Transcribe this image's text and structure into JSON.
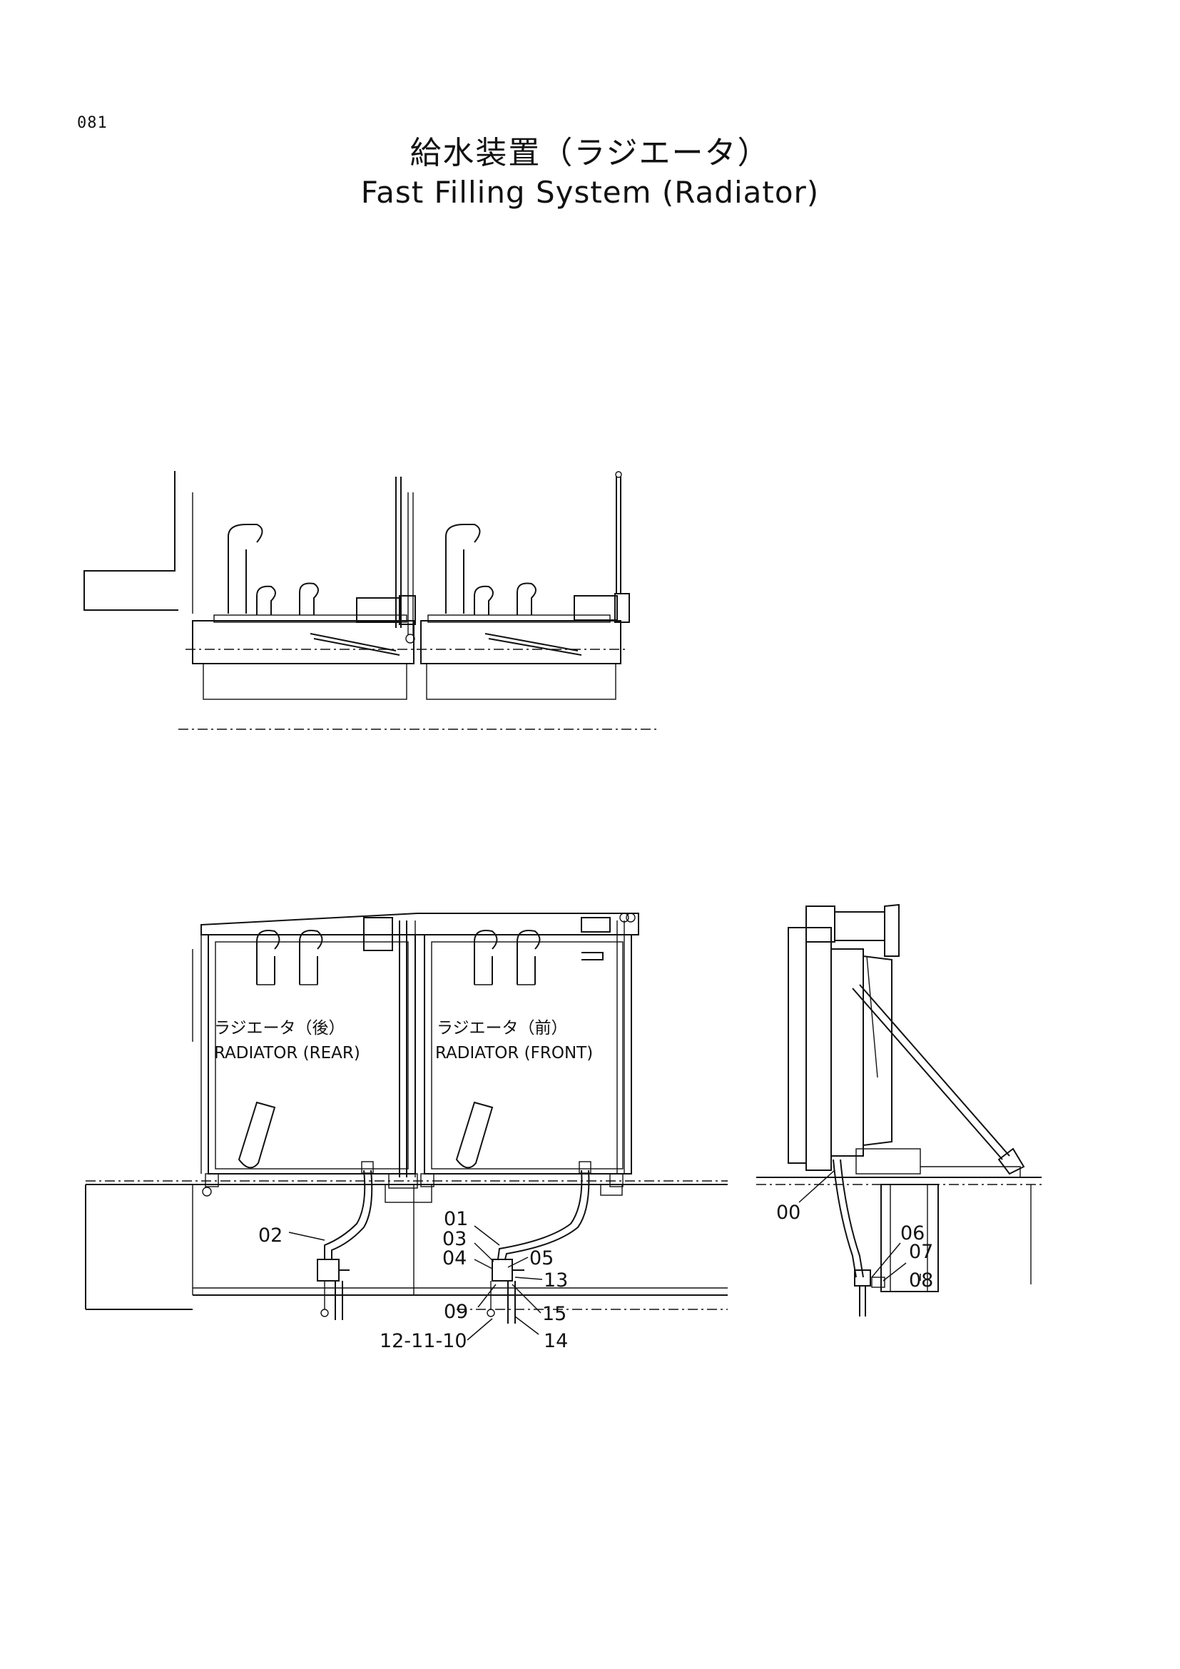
{
  "page": {
    "number": "081"
  },
  "title": {
    "japanese": "給水装置（ラジエータ）",
    "english": "Fast Filling System (Radiator)"
  },
  "labels": {
    "radiator_rear_jp": "ラジエータ（後）",
    "radiator_rear_en": "RADIATOR (REAR)",
    "radiator_front_jp": "ラジエータ（前）",
    "radiator_front_en": "RADIATOR (FRONT)"
  },
  "callouts": {
    "p00": "00",
    "p01": "01",
    "p02": "02",
    "p03": "03",
    "p04": "04",
    "p05": "05",
    "p06": "06",
    "p07": "07",
    "p08": "08",
    "p09": "09",
    "p13": "13",
    "p14": "14",
    "p15": "15",
    "p12_11_10": "12-11-10"
  }
}
